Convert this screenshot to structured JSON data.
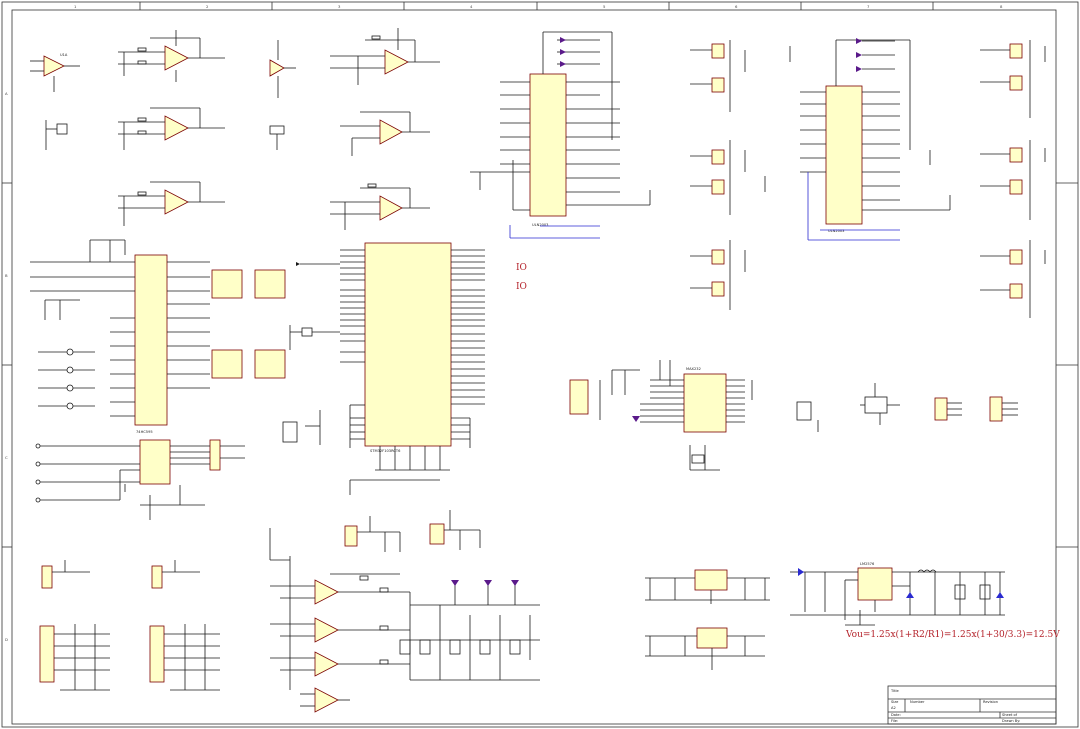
{
  "annotations": {
    "io_1": "IO",
    "io_2": "IO",
    "formula": "Vou=1.25x(1+R2/R1)=1.25x(1+30/3.3)=12.5V"
  },
  "frame": {
    "col_labels": [
      "1",
      "2",
      "3",
      "4",
      "5",
      "6",
      "7",
      "8"
    ],
    "row_labels": [
      "A",
      "B",
      "C",
      "D"
    ]
  },
  "components": {
    "mcu_label": "STM32F103RCT6",
    "u3_label": "ULN2003",
    "u4_label": "ULN2003",
    "u8_label": "LM2576",
    "u1_label": "74HC595",
    "u2_label": "MAX232"
  },
  "title_block": {
    "title_label": "Title",
    "size_label": "Size",
    "size_value": "A2",
    "number_label": "Number",
    "revision_label": "Revision",
    "date_label": "Date:",
    "file_label": "File:",
    "sheet_label": "Sheet of",
    "drawn_label": "Drawn By:"
  },
  "colors": {
    "wire": "#1a1a1a",
    "component_fill": "#ffffc8",
    "component_stroke": "#7a0000",
    "net_label": "#b0204a",
    "annotation": "#b4232b",
    "diode": "#5a1a8a"
  }
}
